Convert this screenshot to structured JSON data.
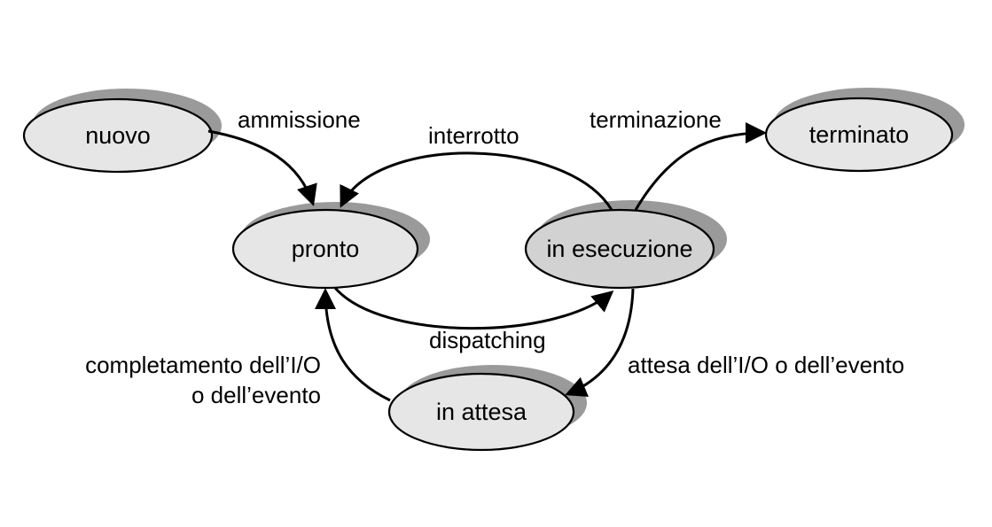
{
  "colors": {
    "node_fill": "#e6e6e6",
    "node_active_fill": "#d2d2d2",
    "shadow": "#9a9a9a",
    "line": "#000000"
  },
  "states": {
    "nuovo": "nuovo",
    "pronto": "pronto",
    "esecuzione": "in esecuzione",
    "terminato": "terminato",
    "attesa": "in attesa"
  },
  "transitions": {
    "ammissione": "ammissione",
    "interrotto": "interrotto",
    "terminazione": "terminazione",
    "dispatching": "dispatching",
    "attesa_io": "attesa dell’I/O o dell’evento",
    "completamento_line1": "completamento dell’I/O",
    "completamento_line2": "o dell’evento"
  }
}
